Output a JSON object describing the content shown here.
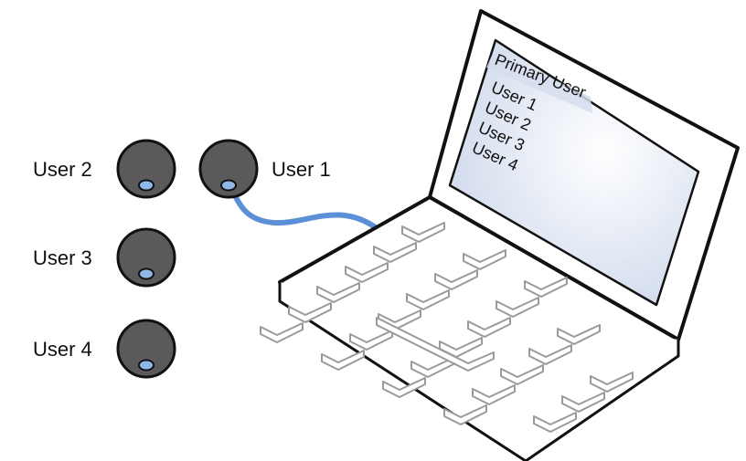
{
  "devices": [
    {
      "id": "user1",
      "label": "User 1",
      "connected": true
    },
    {
      "id": "user2",
      "label": "User 2",
      "connected": false
    },
    {
      "id": "user3",
      "label": "User 3",
      "connected": false
    },
    {
      "id": "user4",
      "label": "User 4",
      "connected": false
    }
  ],
  "screen": {
    "header": "Primary User",
    "items": [
      "User 1",
      "User 2",
      "User 3",
      "User 4"
    ]
  },
  "colors": {
    "cable": "#5b8fd6",
    "device_body": "#5a5a5a",
    "device_led": "#8fb8e8",
    "outline": "#111111",
    "screen_light": "#ffffff",
    "screen_dark": "#c9d5ea",
    "header_highlight": "#d6dded"
  }
}
